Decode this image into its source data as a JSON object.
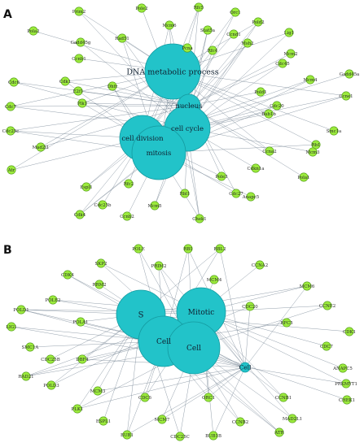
{
  "panel_a": {
    "label": "A",
    "hubs": [
      "DNA metabolic process",
      "nucleus",
      "cell cycle",
      "cell division",
      "mitosis"
    ],
    "genes": [
      "Prim2",
      "Pole2",
      "Rfc5",
      "Orc1",
      "Pold2",
      "Lig1",
      "Pola2",
      "Rad51",
      "Gadd45g",
      "Mcm6",
      "Stat5a",
      "Ccnd1",
      "Pcna",
      "Msh2",
      "Rfc4",
      "Mcm2",
      "Ccnb1",
      "Gadd45a",
      "Cdc45",
      "Cdc6",
      "Cdk1",
      "Mcm4",
      "Cdc7",
      "E2f1",
      "Dhfr",
      "Pold1",
      "Ccne1",
      "Cdc20",
      "Bub1b",
      "Plk1",
      "Cdc25c",
      "Smc1a",
      "Rb1",
      "Mad2l1",
      "Ccna2",
      "Pola1",
      "Atr",
      "Mcm3",
      "Cdkn1a",
      "Pole3",
      "Cdc27",
      "Espl1",
      "Anapc5",
      "Rfc2",
      "Rbl1",
      "Cdc25b",
      "Mcm5",
      "Chek1",
      "Cdk4",
      "Ccnb2"
    ]
  },
  "panel_b": {
    "label": "B",
    "hubs": [
      "S",
      "Mitotic",
      "Cell",
      "Cell",
      "Cell"
    ],
    "genes": [
      "POLE",
      "RB1",
      "RBL2",
      "SKP2",
      "PRIM2",
      "CCNA2",
      "CDK4",
      "RRM2",
      "MCM4",
      "MCM6",
      "POLE2",
      "CCNE2",
      "POLD1",
      "CDC20",
      "POLA1",
      "RFC5",
      "CDK1",
      "LIG1",
      "SMC1A",
      "CDC7",
      "CDC25B",
      "DBF4",
      "ANAPC5",
      "RAD21",
      "PRKMYT1",
      "POLD3",
      "CHEK1",
      "CCNB1",
      "MCM3",
      "MAD2L1",
      "PLK1",
      "CDC6",
      "ORC1",
      "CCNB2",
      "ESPL1",
      "MCM7",
      "BUB1",
      "CDC25C",
      "BUB1B",
      "ATR"
    ]
  }
}
